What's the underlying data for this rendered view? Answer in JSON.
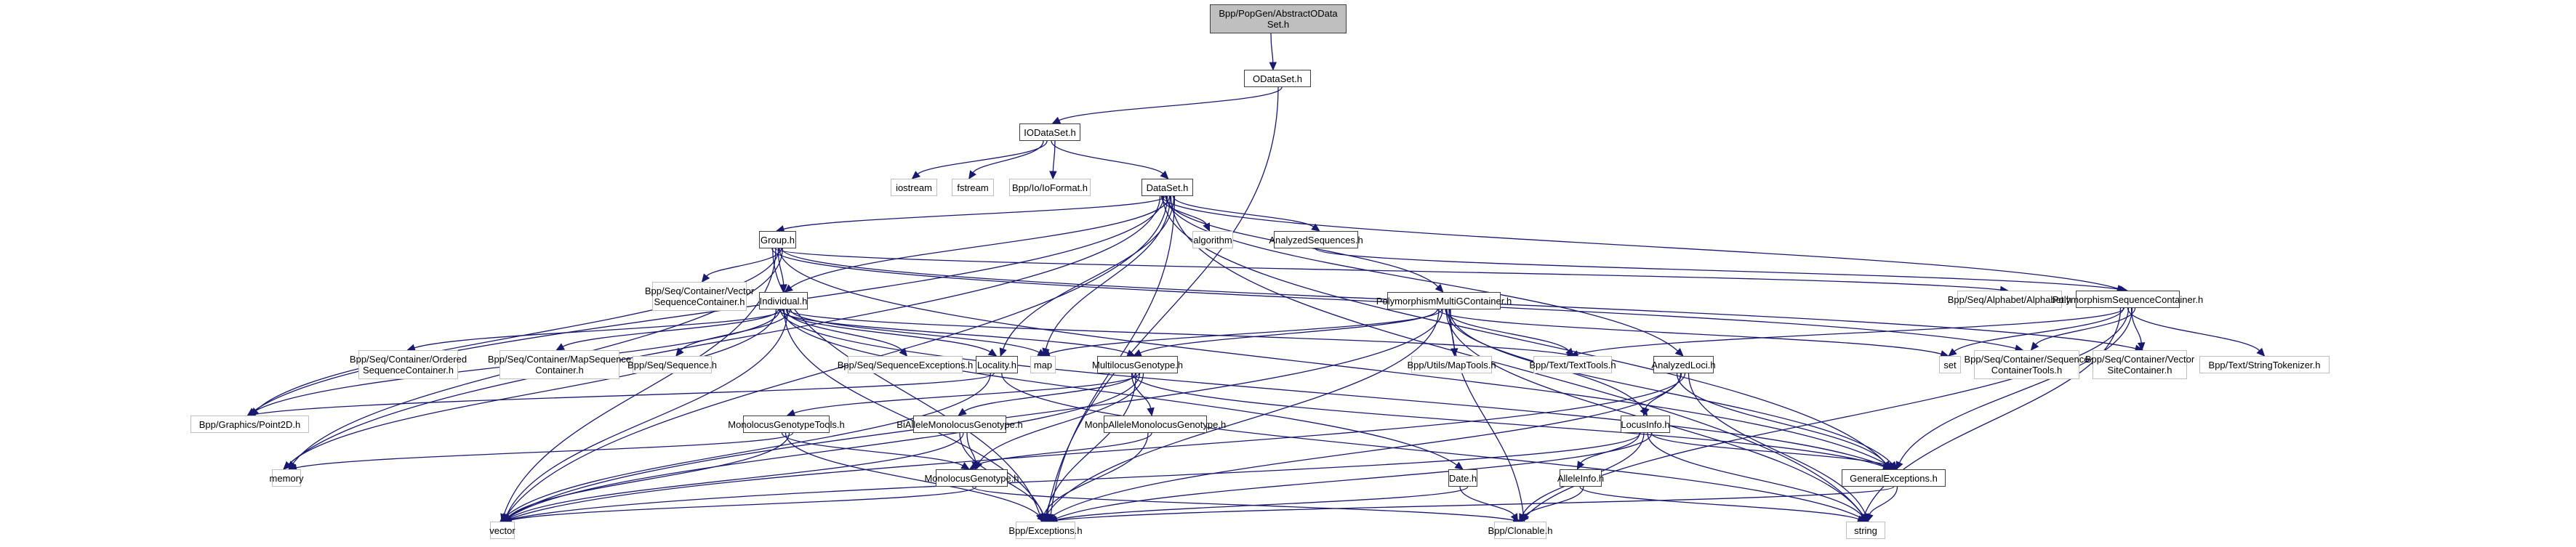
{
  "title": "Include dependency graph for Bpp/PopGen/AbstractODataSet.h",
  "colors": {
    "edge": "#191970",
    "root_fill": "#bfbfbf",
    "internal_border": "#404040",
    "external_border": "#bfbfbf"
  },
  "nodes": [
    {
      "id": "root",
      "label": "Bpp/PopGen/AbstractOData\nSet.h",
      "kind": "root"
    },
    {
      "id": "odataset",
      "label": "ODataSet.h",
      "kind": "internal"
    },
    {
      "id": "iodataset",
      "label": "IODataSet.h",
      "kind": "internal"
    },
    {
      "id": "iostream",
      "label": "iostream",
      "kind": "external"
    },
    {
      "id": "fstream",
      "label": "fstream",
      "kind": "external"
    },
    {
      "id": "ioformat",
      "label": "Bpp/Io/IoFormat.h",
      "kind": "external"
    },
    {
      "id": "dataset",
      "label": "DataSet.h",
      "kind": "internal"
    },
    {
      "id": "group",
      "label": "Group.h",
      "kind": "internal"
    },
    {
      "id": "algorithm",
      "label": "algorithm",
      "kind": "external"
    },
    {
      "id": "analyzedseq",
      "label": "AnalyzedSequences.h",
      "kind": "internal"
    },
    {
      "id": "vecseqcont",
      "label": "Bpp/Seq/Container/Vector\nSequenceContainer.h",
      "kind": "external"
    },
    {
      "id": "individual",
      "label": "Individual.h",
      "kind": "internal"
    },
    {
      "id": "polymultig",
      "label": "PolymorphismMultiGContainer.h",
      "kind": "internal"
    },
    {
      "id": "alphabet",
      "label": "Bpp/Seq/Alphabet/Alphabet.h",
      "kind": "external"
    },
    {
      "id": "polyseqcont",
      "label": "PolymorphismSequenceContainer.h",
      "kind": "internal"
    },
    {
      "id": "orderedseq",
      "label": "Bpp/Seq/Container/Ordered\nSequenceContainer.h",
      "kind": "external"
    },
    {
      "id": "mapseq",
      "label": "Bpp/Seq/Container/MapSequence\nContainer.h",
      "kind": "external"
    },
    {
      "id": "sequence",
      "label": "Bpp/Seq/Sequence.h",
      "kind": "external"
    },
    {
      "id": "seqexc",
      "label": "Bpp/Seq/SequenceExceptions.h",
      "kind": "external"
    },
    {
      "id": "locality",
      "label": "Locality.h",
      "kind": "internal"
    },
    {
      "id": "map",
      "label": "map",
      "kind": "external"
    },
    {
      "id": "multilocus",
      "label": "MultilocusGenotype.h",
      "kind": "internal"
    },
    {
      "id": "maptools",
      "label": "Bpp/Utils/MapTools.h",
      "kind": "external"
    },
    {
      "id": "texttools",
      "label": "Bpp/Text/TextTools.h",
      "kind": "external"
    },
    {
      "id": "analyzedloci",
      "label": "AnalyzedLoci.h",
      "kind": "internal"
    },
    {
      "id": "set",
      "label": "set",
      "kind": "external"
    },
    {
      "id": "seqconttools",
      "label": "Bpp/Seq/Container/Sequence\nContainerTools.h",
      "kind": "external"
    },
    {
      "id": "vecsitecont",
      "label": "Bpp/Seq/Container/Vector\nSiteContainer.h",
      "kind": "external"
    },
    {
      "id": "strtok",
      "label": "Bpp/Text/StringTokenizer.h",
      "kind": "external"
    },
    {
      "id": "point2d",
      "label": "Bpp/Graphics/Point2D.h",
      "kind": "external"
    },
    {
      "id": "monotools",
      "label": "MonolocusGenotypeTools.h",
      "kind": "internal"
    },
    {
      "id": "biallele",
      "label": "BiAlleleMonolocusGenotype.h",
      "kind": "internal"
    },
    {
      "id": "monoallele",
      "label": "MonoAlleleMonolocusGenotype.h",
      "kind": "internal"
    },
    {
      "id": "locusinfo",
      "label": "LocusInfo.h",
      "kind": "internal"
    },
    {
      "id": "memory",
      "label": "memory",
      "kind": "external"
    },
    {
      "id": "monolocus",
      "label": "MonolocusGenotype.h",
      "kind": "internal"
    },
    {
      "id": "date",
      "label": "Date.h",
      "kind": "internal"
    },
    {
      "id": "alleleinfo",
      "label": "AlleleInfo.h",
      "kind": "internal"
    },
    {
      "id": "genexc",
      "label": "GeneralExceptions.h",
      "kind": "internal"
    },
    {
      "id": "vector",
      "label": "vector",
      "kind": "external"
    },
    {
      "id": "exceptions",
      "label": "Bpp/Exceptions.h",
      "kind": "external"
    },
    {
      "id": "clonable",
      "label": "Bpp/Clonable.h",
      "kind": "external"
    },
    {
      "id": "string",
      "label": "string",
      "kind": "external"
    }
  ],
  "edges": [
    [
      "root",
      "odataset"
    ],
    [
      "odataset",
      "iodataset"
    ],
    [
      "odataset",
      "exceptions"
    ],
    [
      "iodataset",
      "iostream"
    ],
    [
      "iodataset",
      "fstream"
    ],
    [
      "iodataset",
      "ioformat"
    ],
    [
      "iodataset",
      "dataset"
    ],
    [
      "dataset",
      "group"
    ],
    [
      "dataset",
      "algorithm"
    ],
    [
      "dataset",
      "analyzedseq"
    ],
    [
      "dataset",
      "individual"
    ],
    [
      "dataset",
      "polymultig"
    ],
    [
      "dataset",
      "polyseqcont"
    ],
    [
      "dataset",
      "locality"
    ],
    [
      "dataset",
      "map"
    ],
    [
      "dataset",
      "analyzedloci"
    ],
    [
      "dataset",
      "genexc"
    ],
    [
      "dataset",
      "exceptions"
    ],
    [
      "dataset",
      "string"
    ],
    [
      "dataset",
      "vector"
    ],
    [
      "dataset",
      "point2d"
    ],
    [
      "dataset",
      "memory"
    ],
    [
      "group",
      "vecseqcont"
    ],
    [
      "group",
      "individual"
    ],
    [
      "group",
      "alphabet"
    ],
    [
      "group",
      "seqconttools"
    ],
    [
      "group",
      "vecsitecont"
    ],
    [
      "group",
      "point2d"
    ],
    [
      "group",
      "vector"
    ],
    [
      "group",
      "exceptions"
    ],
    [
      "group",
      "memory"
    ],
    [
      "group",
      "genexc"
    ],
    [
      "individual",
      "orderedseq"
    ],
    [
      "individual",
      "mapseq"
    ],
    [
      "individual",
      "sequence"
    ],
    [
      "individual",
      "seqexc"
    ],
    [
      "individual",
      "locality"
    ],
    [
      "individual",
      "multilocus"
    ],
    [
      "individual",
      "map"
    ],
    [
      "individual",
      "texttools"
    ],
    [
      "individual",
      "date"
    ],
    [
      "individual",
      "point2d"
    ],
    [
      "individual",
      "memory"
    ],
    [
      "individual",
      "vector"
    ],
    [
      "individual",
      "exceptions"
    ],
    [
      "individual",
      "genexc"
    ],
    [
      "polymultig",
      "multilocus"
    ],
    [
      "polymultig",
      "maptools"
    ],
    [
      "polymultig",
      "texttools"
    ],
    [
      "polymultig",
      "map"
    ],
    [
      "polymultig",
      "set"
    ],
    [
      "polymultig",
      "genexc"
    ],
    [
      "polymultig",
      "string"
    ],
    [
      "polymultig",
      "vector"
    ],
    [
      "polymultig",
      "exceptions"
    ],
    [
      "polymultig",
      "clonable"
    ],
    [
      "polymultig",
      "locusinfo"
    ],
    [
      "analyzedseq",
      "polyseqcont"
    ],
    [
      "polyseqcont",
      "set"
    ],
    [
      "polyseqcont",
      "seqconttools"
    ],
    [
      "polyseqcont",
      "vecsitecont"
    ],
    [
      "polyseqcont",
      "strtok"
    ],
    [
      "polyseqcont",
      "texttools"
    ],
    [
      "polyseqcont",
      "string"
    ],
    [
      "polyseqcont",
      "genexc"
    ],
    [
      "polyseqcont",
      "clonable"
    ],
    [
      "locality",
      "point2d"
    ],
    [
      "locality",
      "vector"
    ],
    [
      "locality",
      "string"
    ],
    [
      "multilocus",
      "monotools"
    ],
    [
      "multilocus",
      "biallele"
    ],
    [
      "multilocus",
      "monoallele"
    ],
    [
      "multilocus",
      "monolocus"
    ],
    [
      "multilocus",
      "vector"
    ],
    [
      "multilocus",
      "exceptions"
    ],
    [
      "multilocus",
      "genexc"
    ],
    [
      "monotools",
      "memory"
    ],
    [
      "monotools",
      "vector"
    ],
    [
      "monotools",
      "exceptions"
    ],
    [
      "monotools",
      "monolocus"
    ],
    [
      "biallele",
      "monolocus"
    ],
    [
      "biallele",
      "vector"
    ],
    [
      "biallele",
      "exceptions"
    ],
    [
      "monoallele",
      "monolocus"
    ],
    [
      "monoallele",
      "exceptions"
    ],
    [
      "monolocus",
      "vector"
    ],
    [
      "monolocus",
      "clonable"
    ],
    [
      "analyzedloci",
      "locusinfo"
    ],
    [
      "analyzedloci",
      "genexc"
    ],
    [
      "analyzedloci",
      "string"
    ],
    [
      "analyzedloci",
      "vector"
    ],
    [
      "analyzedloci",
      "exceptions"
    ],
    [
      "locusinfo",
      "alleleinfo"
    ],
    [
      "locusinfo",
      "genexc"
    ],
    [
      "locusinfo",
      "string"
    ],
    [
      "locusinfo",
      "clonable"
    ],
    [
      "locusinfo",
      "vector"
    ],
    [
      "locusinfo",
      "exceptions"
    ],
    [
      "alleleinfo",
      "clonable"
    ],
    [
      "alleleinfo",
      "string"
    ],
    [
      "date",
      "clonable"
    ],
    [
      "date",
      "exceptions"
    ],
    [
      "genexc",
      "string"
    ],
    [
      "genexc",
      "exceptions"
    ]
  ]
}
